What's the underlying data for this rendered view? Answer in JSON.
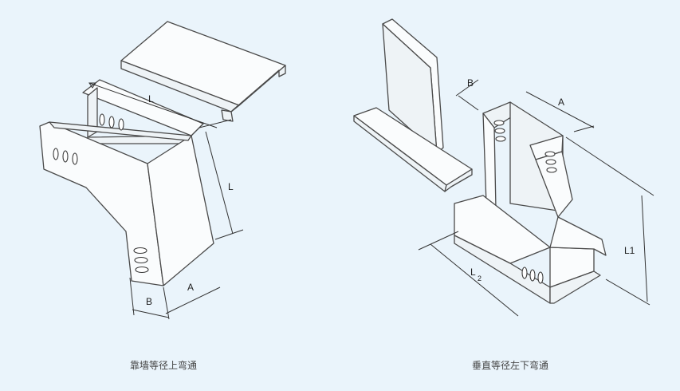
{
  "figures": [
    {
      "caption": "靠墙等径上弯通",
      "dimensions": {
        "cover_length": "L",
        "height_length": "L",
        "width": "A",
        "depth": "B"
      }
    },
    {
      "caption": "垂直等径左下弯通",
      "dimensions": {
        "width": "A",
        "depth": "B",
        "height": "L1",
        "length_main": "L",
        "length_sub": "2"
      }
    }
  ],
  "colors": {
    "background": "#eaf4fb",
    "line": "#4a4a4a"
  }
}
